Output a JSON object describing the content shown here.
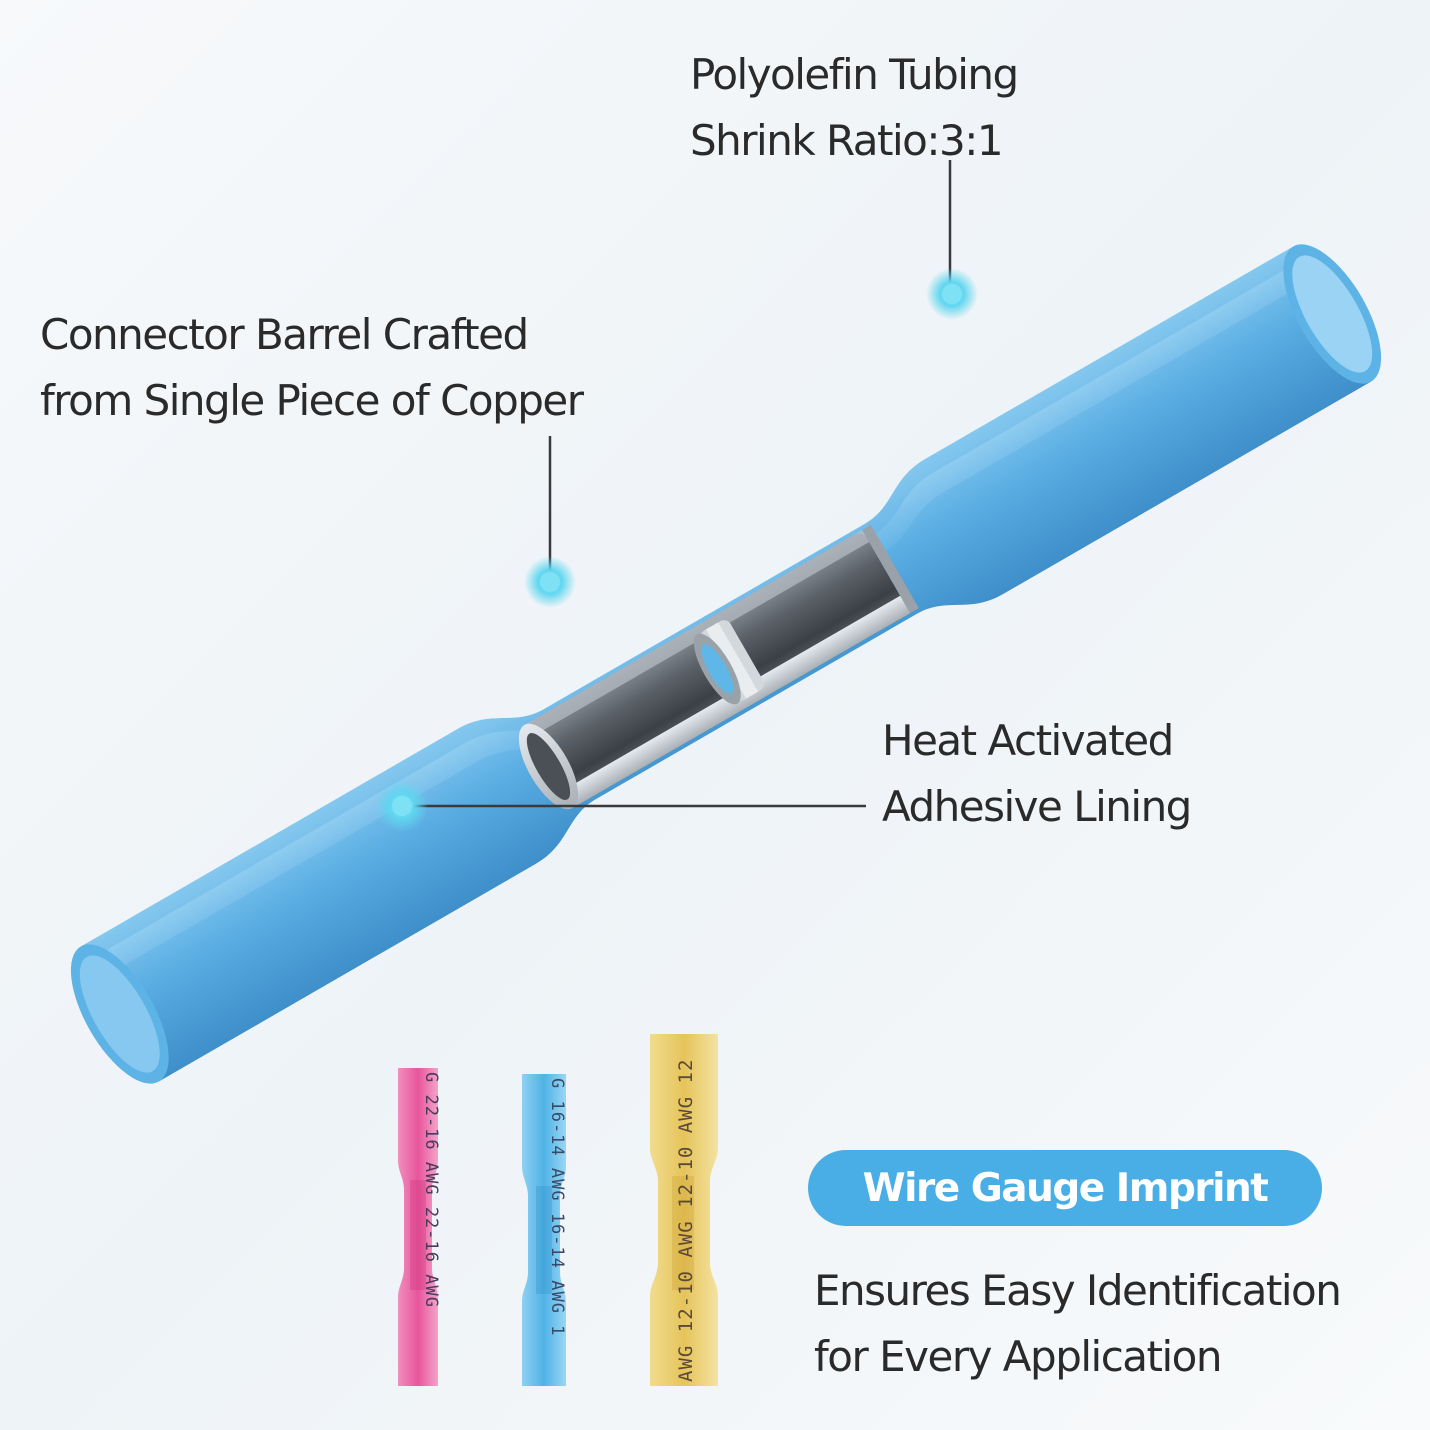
{
  "labels": {
    "tubing": {
      "line1": "Polyolefin Tubing",
      "line2": "Shrink Ratio:3:1"
    },
    "barrel": {
      "line1": "Connector Barrel Crafted",
      "line2": "from Single Piece of Copper"
    },
    "adhesive": {
      "line1": "Heat Activated",
      "line2": "Adhesive Lining"
    }
  },
  "badge": {
    "text": "Wire Gauge Imprint"
  },
  "caption": {
    "line1": "Ensures Easy Identification",
    "line2": "for Every Application"
  },
  "connectors": [
    {
      "name": "pink-connector",
      "color": "#e8559b",
      "imprint": "G 22-16 AWG 22-16 AWG"
    },
    {
      "name": "blue-connector",
      "color": "#4fb3e6",
      "imprint": "G 16-14 AWG 16-14 AWG 1"
    },
    {
      "name": "yellow-connector",
      "color": "#e6c45a",
      "imprint": "AWG 12-10 AWG 12-10 AWG 12"
    }
  ],
  "colors": {
    "tube": "#4aa6e0",
    "tube_dark": "#2f86c6",
    "callout_dot": "#5fd6ef",
    "badge": "#49aee5",
    "text": "#2a2a2a"
  }
}
